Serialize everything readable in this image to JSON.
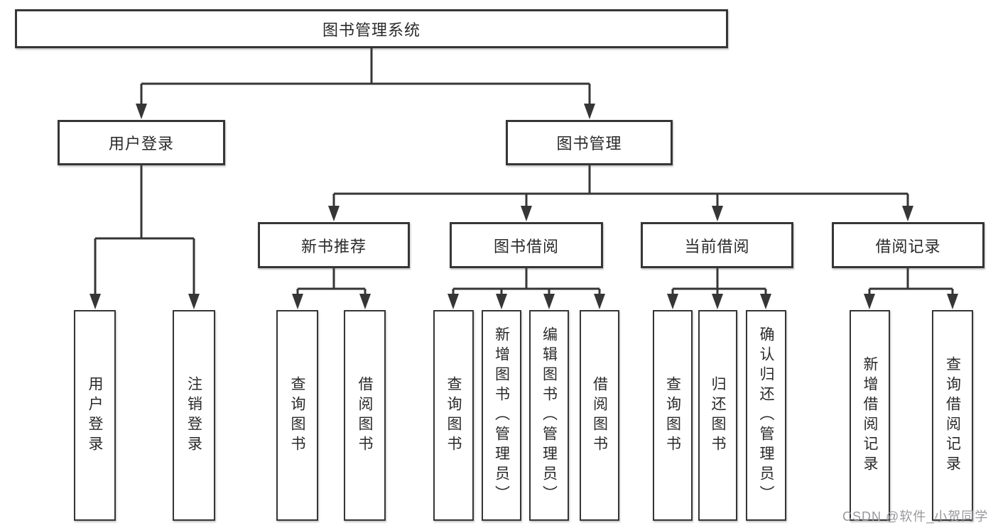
{
  "tree": {
    "label": "图书管理系统",
    "children": [
      {
        "label": "用户登录",
        "children": [
          {
            "label": "用户登录"
          },
          {
            "label": "注销登录"
          }
        ]
      },
      {
        "label": "图书管理",
        "children": [
          {
            "label": "新书推荐",
            "children": [
              {
                "label": "查询图书"
              },
              {
                "label": "借阅图书"
              }
            ]
          },
          {
            "label": "图书借阅",
            "children": [
              {
                "label": "查询图书"
              },
              {
                "label": "新增图书（管理员）"
              },
              {
                "label": "编辑图书（管理员）"
              },
              {
                "label": "借阅图书"
              }
            ]
          },
          {
            "label": "当前借阅",
            "children": [
              {
                "label": "查询图书"
              },
              {
                "label": "归还图书"
              },
              {
                "label": "确认归还（管理员）"
              }
            ]
          },
          {
            "label": "借阅记录",
            "children": [
              {
                "label": "新增借阅记录"
              },
              {
                "label": "查询借阅记录"
              }
            ]
          }
        ]
      }
    ]
  },
  "watermark": {
    "text": "CSDN @软件_小贺同学"
  },
  "colors": {
    "line": "#363636",
    "box_border": "#363636",
    "text": "#2a2a2a",
    "watermark": "#98989d",
    "background": "#ffffff"
  }
}
